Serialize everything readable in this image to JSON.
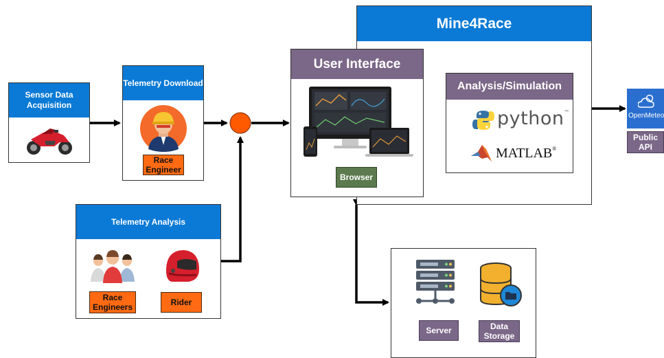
{
  "sensor": {
    "title": "Sensor Data Acquisition"
  },
  "telemetry_download": {
    "title": "Telemetry Download",
    "role": "Race Engineer"
  },
  "telemetry_analysis": {
    "title": "Telemetry Analysis",
    "roles": [
      "Race Engineers",
      "Rider"
    ]
  },
  "platform": {
    "title": "Mine4Race"
  },
  "ui": {
    "title": "User Interface",
    "browser": "Browser"
  },
  "analysis": {
    "title": "Analysis/Simulation",
    "tools": [
      "python",
      "MATLAB"
    ],
    "tm": "™",
    "reg": "®"
  },
  "api": {
    "brand": "OpenMeteo",
    "label": "Public API"
  },
  "backend": {
    "server": "Server",
    "storage": "Data Storage"
  },
  "icons": [
    "motorcycle-icon",
    "race-engineer-icon",
    "team-icon",
    "helmet-icon",
    "devices-icon",
    "python-icon",
    "matlab-icon",
    "cloud-icon",
    "server-icon",
    "database-icon"
  ],
  "colors": {
    "header_blue": "#0a7ad6",
    "header_purple": "#7b6788",
    "tag_orange": "#ff6a13",
    "tag_green": "#5b7a4d",
    "junction": "#ff5a00",
    "api_blue": "#2a6fcf"
  }
}
